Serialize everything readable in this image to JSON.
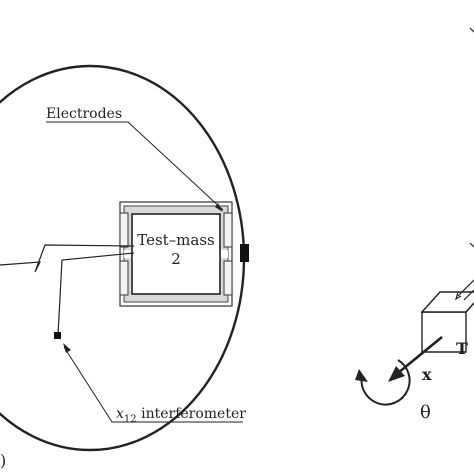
{
  "labels": {
    "electrodes": "Electrodes",
    "test_mass_line1": "Test–mass",
    "test_mass_line2": "2",
    "interferometer_symbol": "x",
    "interferometer_subscript": "12",
    "interferometer_text": " interferometer",
    "panel_marker": ")",
    "right_partial": "T",
    "axis_x": "x",
    "axis_theta": "θ"
  },
  "colors": {
    "ink": "#222222",
    "housing": "#d9d9d9",
    "background": "#ffffff"
  }
}
